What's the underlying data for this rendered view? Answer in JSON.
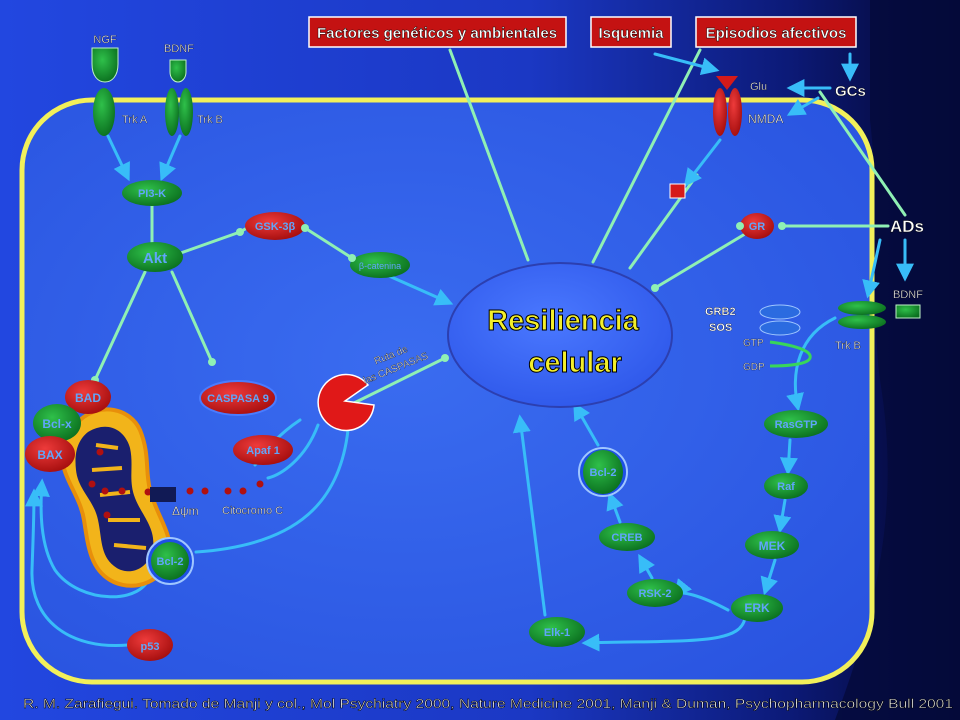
{
  "colors": {
    "bg_dark": "#0a0a4a",
    "bg_blue": "#1f3fd9",
    "cell_fill": "#2f5fe8",
    "cell_border": "#f2f05a",
    "arrow": "#8ff0b4",
    "arrow_cyan": "#38bdf8",
    "green_node": "#0f8a2a",
    "red_node": "#c81a1a",
    "title_box": "#c41212"
  },
  "top_boxes": {
    "genetic": "Factores genéticos y ambientales",
    "ischemia": "Isquemia",
    "affective": "Episodios afectivos"
  },
  "receptors": {
    "ngf": "NGF",
    "bdnf_top": "BDNF",
    "trka": "Trk A",
    "trkb_top": "Trk B",
    "glu": "Glu",
    "nmda": "NMDA",
    "gcs": "GCs",
    "ads": "ADs",
    "bdnf_right": "BDNF",
    "trkb_right": "Trk B"
  },
  "nodes": {
    "pi3k": "PI3-K",
    "akt": "Akt",
    "gsk3b": "GSK-3β",
    "bcatenin": "β-catenina",
    "gr": "GR",
    "grb2": "GRB2",
    "sos": "SOS",
    "gtp": "GTP",
    "gdp": "GDP",
    "rasgtp": "RasGTP",
    "raf": "Raf",
    "mek": "MEK",
    "erk": "ERK",
    "rsk2": "RSK-2",
    "creb": "CREB",
    "bcl2_nuc": "Bcl-2",
    "elk1": "Elk-1",
    "bad": "BAD",
    "bclx": "Bcl-x",
    "bax": "BAX",
    "caspasa9": "CASPASA 9",
    "apaf1": "Apaf 1",
    "citocromo": "Citocromo C",
    "dpsi": "Δψm",
    "bcl2_mito": "Bcl-2",
    "p53": "p53",
    "ruta1": "Ruta de",
    "ruta2": "las CASPASAS"
  },
  "center": {
    "line1": "Resiliencia",
    "line2": "celular"
  },
  "citation": "R. M. Zarafiegui. Tomado de Manji y col., Mol Psychiatry 2000, Nature Medicine 2001, Manji & Duman, Psychopharmacology Bull 2001"
}
